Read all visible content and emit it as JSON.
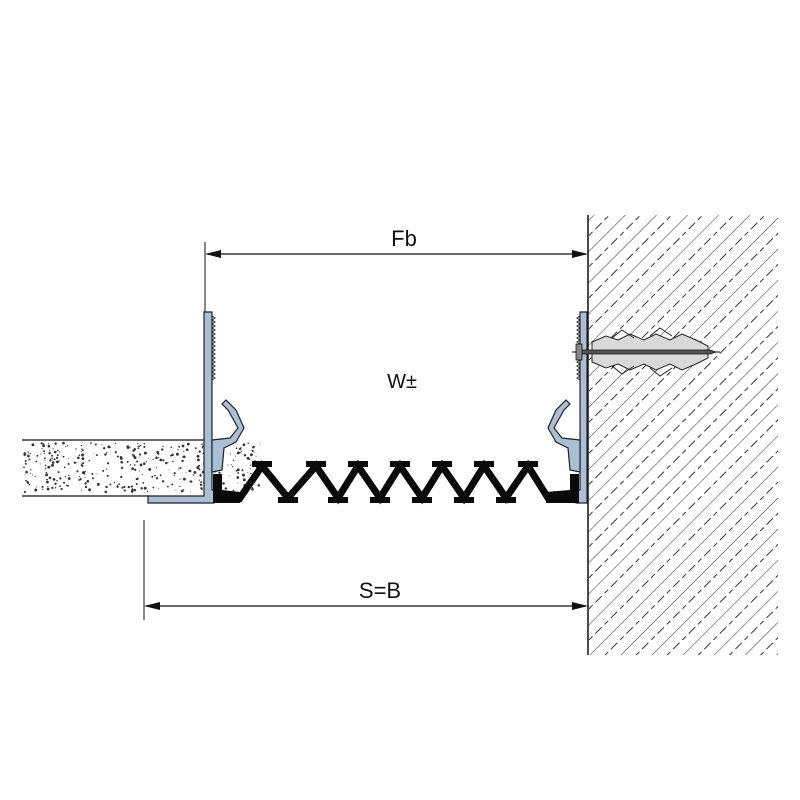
{
  "labels": {
    "top_dimension": "Fb",
    "movement": "W±",
    "bottom_dimension": "S=B"
  },
  "colors": {
    "profile_fill": "#a9bfd6",
    "profile_stroke": "#222222",
    "seal_fill": "#0a0a0a",
    "line": "#111111",
    "wall_hatch": "#333333",
    "screed_speckle": "#333333"
  }
}
